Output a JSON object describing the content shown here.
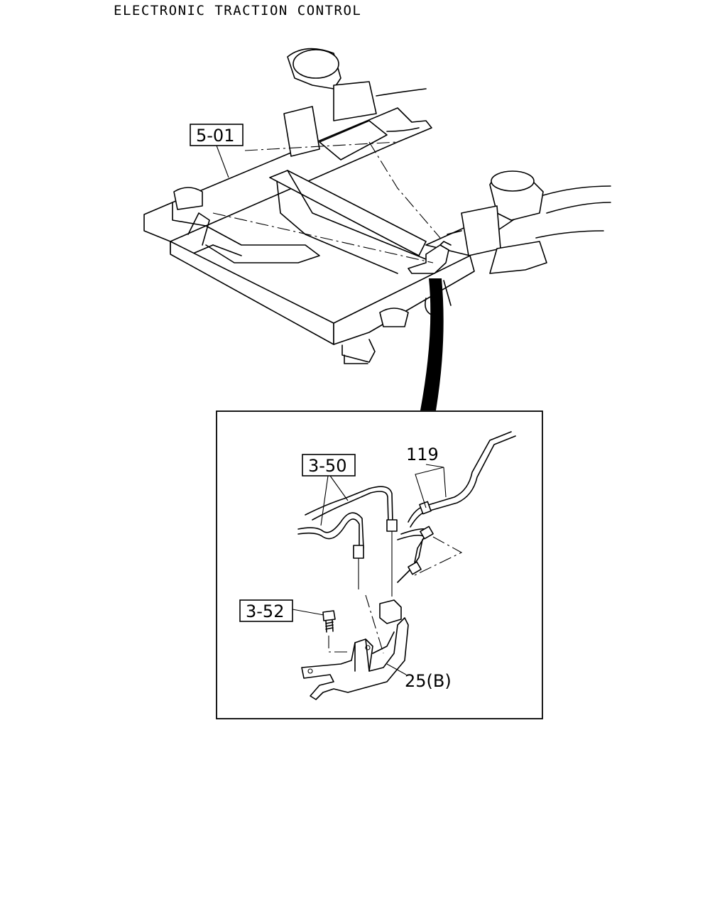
{
  "title": "ELECTRONIC TRACTION CONTROL",
  "callouts": {
    "frame": "5-01",
    "pipe_a": "3-50",
    "bolt": "3-52",
    "pipe_b": "119",
    "bracket": "25(B)"
  }
}
